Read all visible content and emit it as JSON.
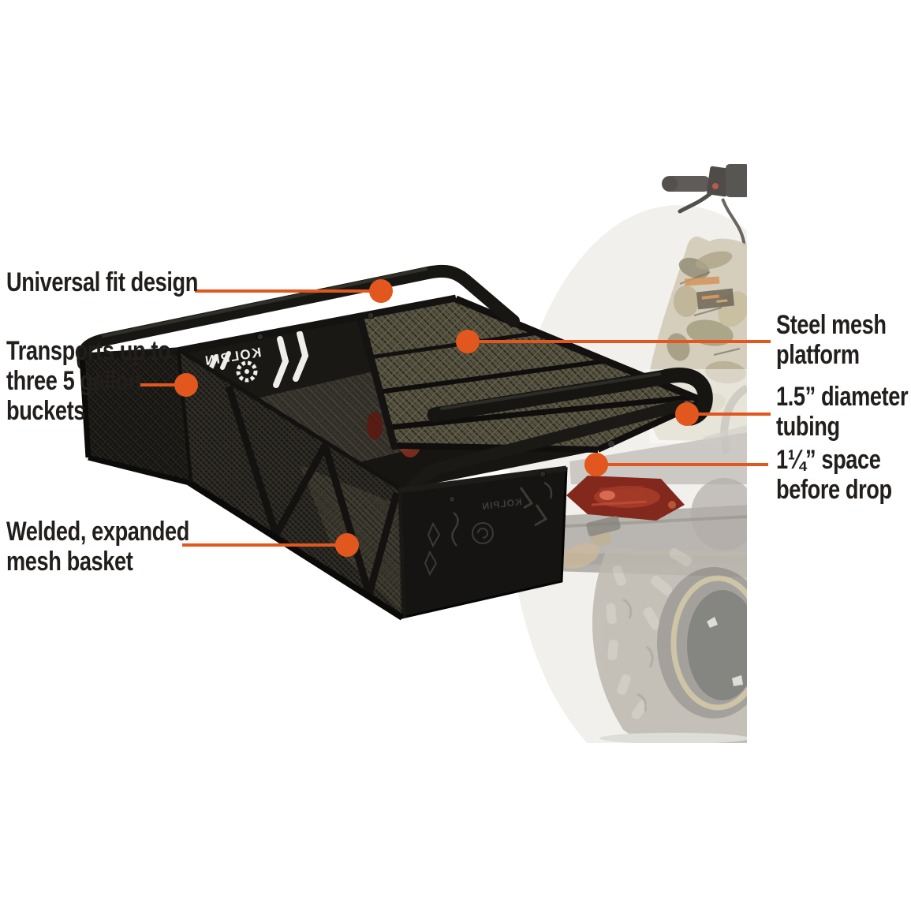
{
  "image_type": "product-feature-callout-diagram",
  "product": {
    "name": "ATV rear drop rack mesh basket",
    "brand_cutout": "KOLPIN",
    "brand_cutout_small": "KOLPIN"
  },
  "colors": {
    "accent_orange": "#E2571E",
    "label_text": "#221E1B",
    "basket_black": "#161512",
    "background": "#FFFFFF"
  },
  "callouts": {
    "universal": {
      "side": "left",
      "lines": [
        "Universal fit design"
      ]
    },
    "transports": {
      "side": "left",
      "lines": [
        "Transports up to",
        "three 5 gallon",
        "buckets"
      ]
    },
    "welded": {
      "side": "left",
      "lines": [
        "Welded, expanded",
        "mesh basket"
      ]
    },
    "steel": {
      "side": "right",
      "lines": [
        "Steel mesh",
        "platform"
      ]
    },
    "tubing": {
      "side": "right",
      "lines": [
        "1.5” diameter",
        "tubing"
      ]
    },
    "space": {
      "side": "right",
      "lines": [
        "1¼” space",
        "before drop"
      ]
    }
  }
}
